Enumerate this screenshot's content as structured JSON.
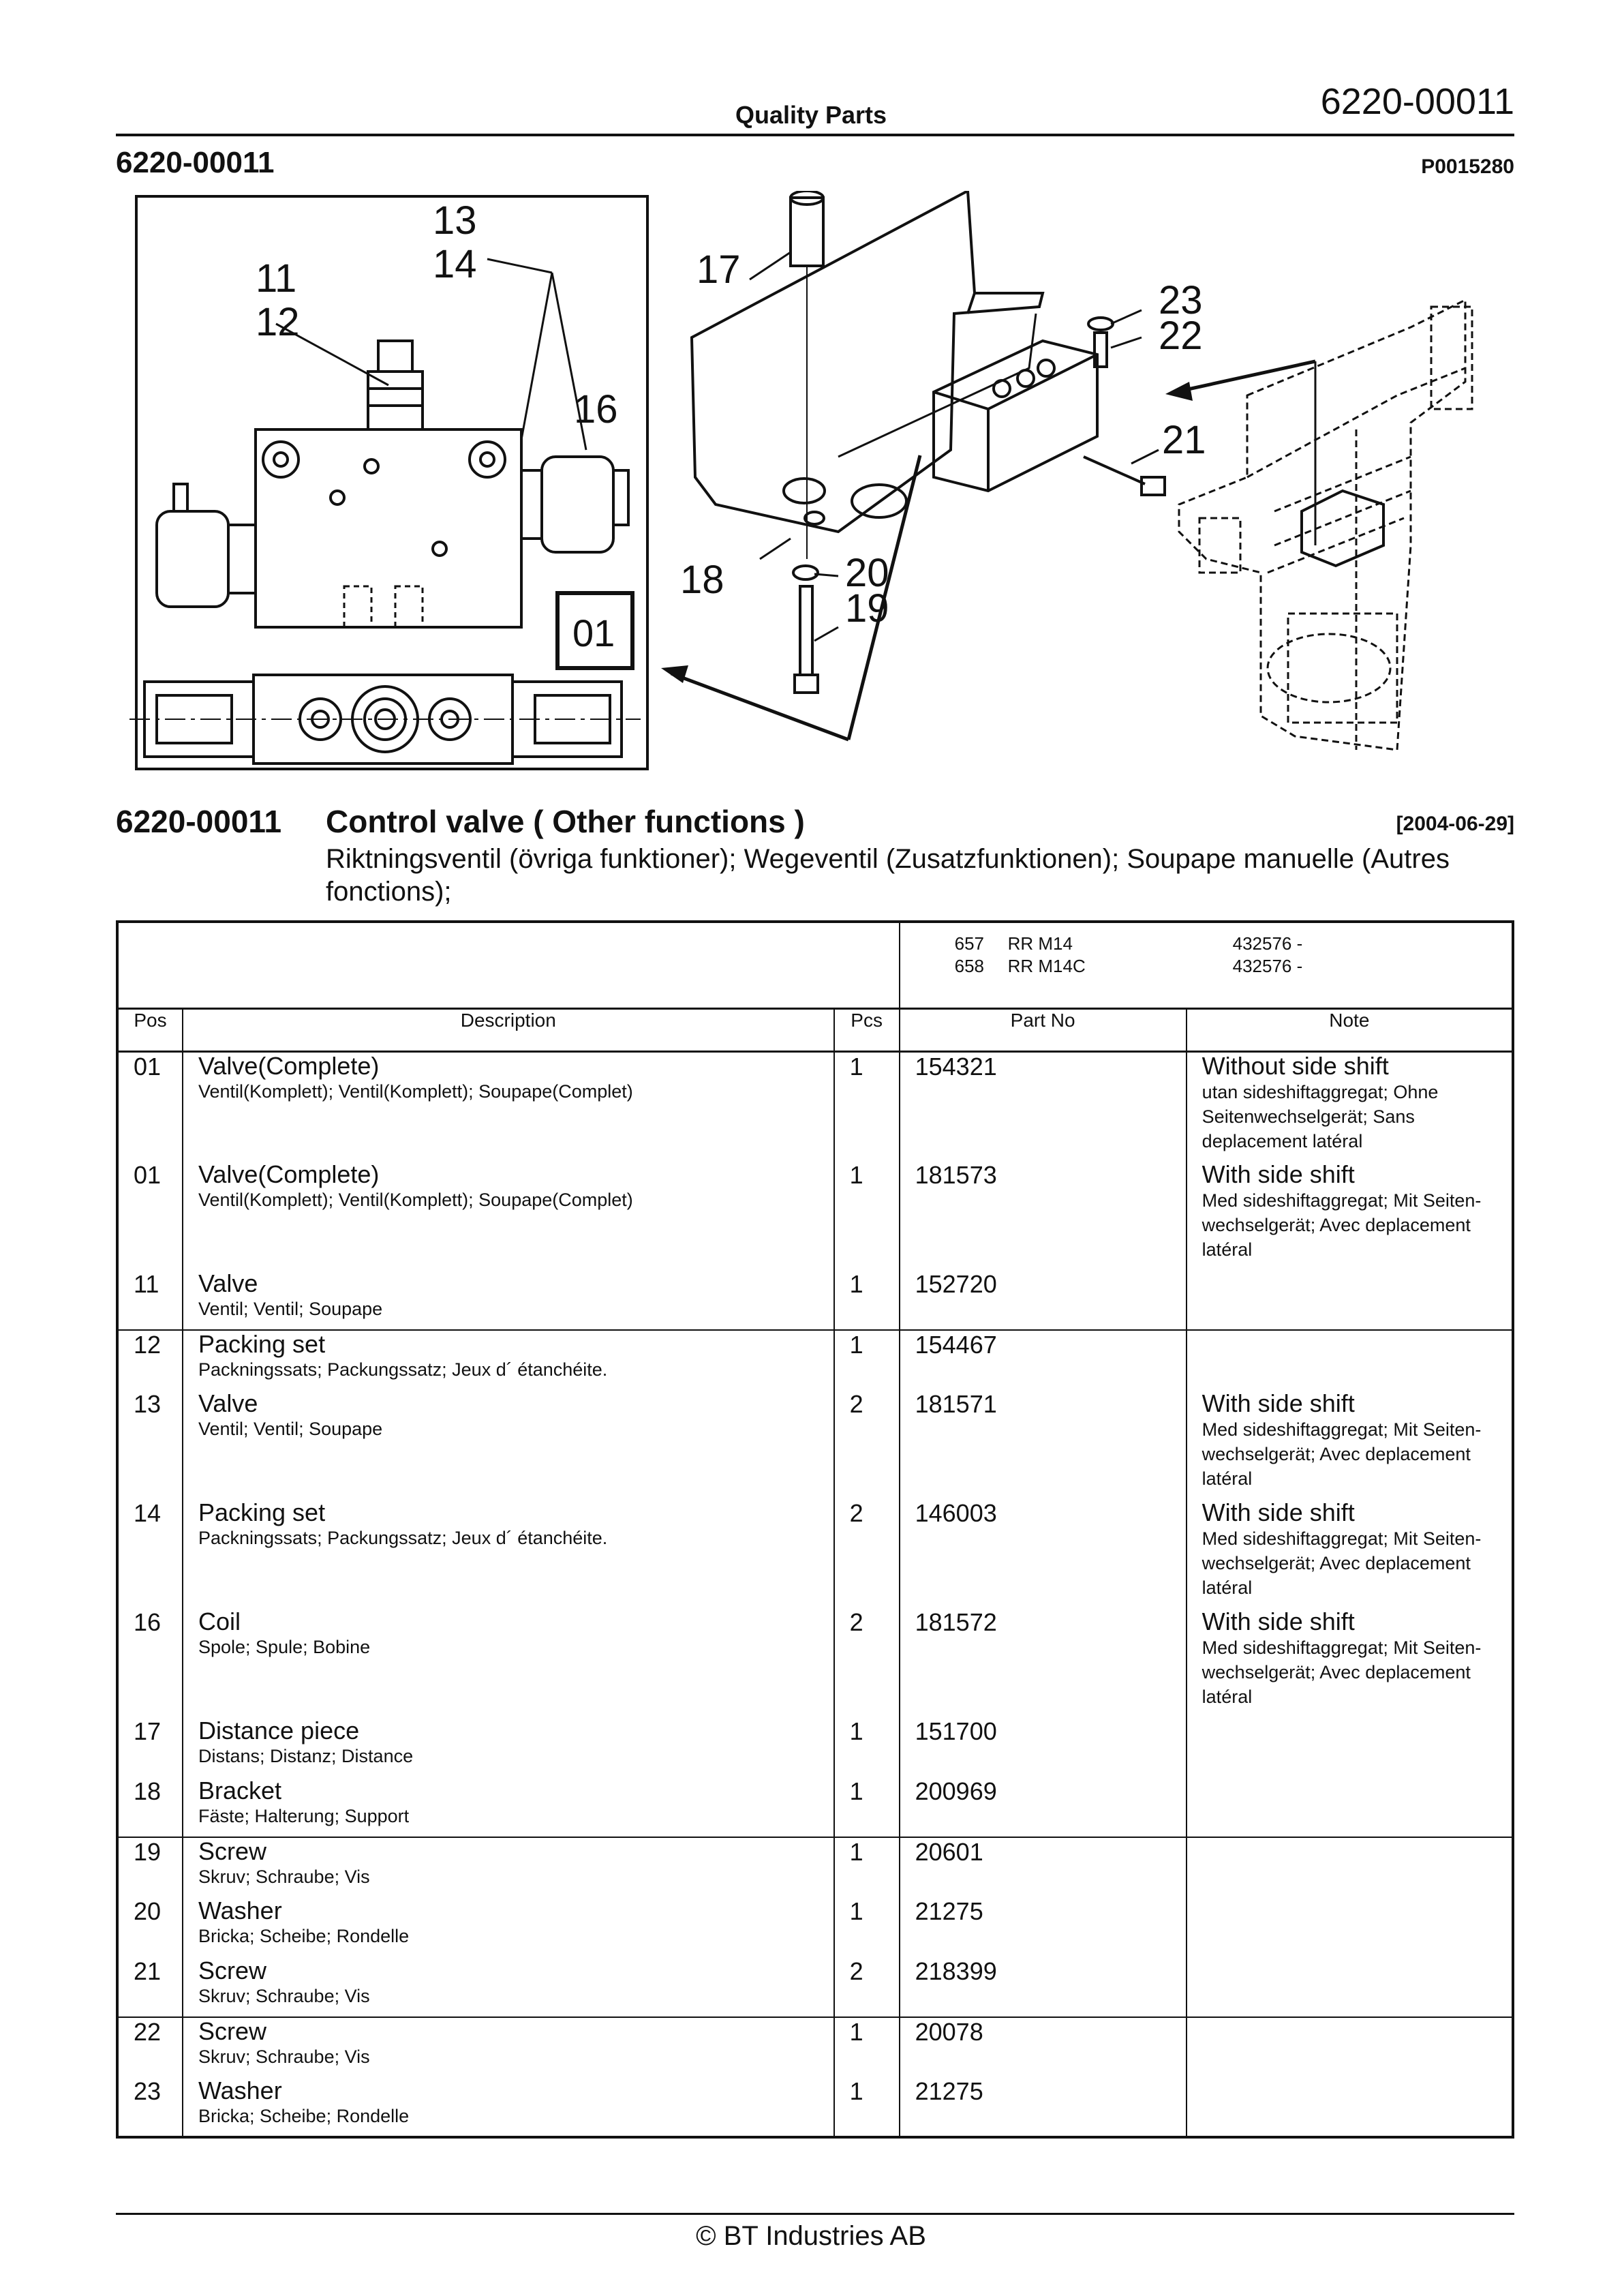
{
  "header": {
    "center_title": "Quality Parts",
    "doc_number": "6220-00011"
  },
  "section": {
    "id": "6220-00011",
    "picture_id": "P0015280"
  },
  "illustration": {
    "callouts": [
      "13",
      "14",
      "11",
      "12",
      "16",
      "01",
      "17",
      "23",
      "22",
      "21",
      "20",
      "18",
      "19"
    ]
  },
  "title": {
    "id": "6220-00011",
    "name": "Control valve ( Other functions )",
    "date": "[2004-06-29]",
    "subtitle": "Riktningsventil (övriga funktioner); Wegeventil (Zusatzfunktionen); Soupape manuelle (Autres fonctions);"
  },
  "models": [
    {
      "code": "657",
      "name": "RR M14",
      "serial": "432576 -"
    },
    {
      "code": "658",
      "name": "RR M14C",
      "serial": "432576 -"
    }
  ],
  "columns": {
    "pos": "Pos",
    "description": "Description",
    "pcs": "Pcs",
    "part_no": "Part No",
    "note": "Note"
  },
  "items": [
    {
      "pos": "01",
      "desc": "Valve(Complete)",
      "desc_sub": "Ventil(Komplett); Ventil(Komplett); Soupape(Complet)",
      "pcs": "1",
      "part": "154321",
      "note": "Without side shift",
      "note_sub": "utan sideshiftaggregat; Ohne Seitenwechselgerät; Sans deplacement latéral"
    },
    {
      "pos": "01",
      "desc": "Valve(Complete)",
      "desc_sub": "Ventil(Komplett); Ventil(Komplett); Soupape(Complet)",
      "pcs": "1",
      "part": "181573",
      "note": "With side shift",
      "note_sub": "Med sideshiftaggregat; Mit Seiten-wechselgerät; Avec deplacement latéral"
    },
    {
      "pos": "11",
      "desc": "Valve",
      "desc_sub": "Ventil; Ventil; Soupape",
      "pcs": "1",
      "part": "152720",
      "note": "",
      "note_sub": ""
    },
    {
      "pos": "12",
      "desc": "Packing set",
      "desc_sub": "Packningssats; Packungssatz; Jeux d´ étanchéite.",
      "pcs": "1",
      "part": "154467",
      "note": "",
      "note_sub": ""
    },
    {
      "pos": "13",
      "desc": "Valve",
      "desc_sub": "Ventil; Ventil; Soupape",
      "pcs": "2",
      "part": "181571",
      "note": "With side shift",
      "note_sub": "Med sideshiftaggregat; Mit Seiten-wechselgerät; Avec deplacement latéral"
    },
    {
      "pos": "14",
      "desc": "Packing set",
      "desc_sub": "Packningssats; Packungssatz; Jeux d´ étanchéite.",
      "pcs": "2",
      "part": "146003",
      "note": "With side shift",
      "note_sub": "Med sideshiftaggregat; Mit Seiten-wechselgerät; Avec deplacement latéral"
    },
    {
      "pos": "16",
      "desc": "Coil",
      "desc_sub": "Spole; Spule; Bobine",
      "pcs": "2",
      "part": "181572",
      "note": "With side shift",
      "note_sub": "Med sideshiftaggregat; Mit Seiten-wechselgerät; Avec deplacement latéral"
    },
    {
      "pos": "17",
      "desc": "Distance piece",
      "desc_sub": "Distans; Distanz; Distance",
      "pcs": "1",
      "part": "151700",
      "note": "",
      "note_sub": ""
    },
    {
      "pos": "18",
      "desc": "Bracket",
      "desc_sub": "Fäste; Halterung; Support",
      "pcs": "1",
      "part": "200969",
      "note": "",
      "note_sub": ""
    },
    {
      "pos": "19",
      "desc": "Screw",
      "desc_sub": "Skruv; Schraube; Vis",
      "pcs": "1",
      "part": "20601",
      "note": "",
      "note_sub": ""
    },
    {
      "pos": "20",
      "desc": "Washer",
      "desc_sub": "Bricka; Scheibe; Rondelle",
      "pcs": "1",
      "part": "21275",
      "note": "",
      "note_sub": ""
    },
    {
      "pos": "21",
      "desc": "Screw",
      "desc_sub": "Skruv; Schraube; Vis",
      "pcs": "2",
      "part": "218399",
      "note": "",
      "note_sub": ""
    },
    {
      "pos": "22",
      "desc": "Screw",
      "desc_sub": "Skruv; Schraube; Vis",
      "pcs": "1",
      "part": "20078",
      "note": "",
      "note_sub": ""
    },
    {
      "pos": "23",
      "desc": "Washer",
      "desc_sub": "Bricka; Scheibe; Rondelle",
      "pcs": "1",
      "part": "21275",
      "note": "",
      "note_sub": ""
    }
  ],
  "footer": "© BT Industries AB"
}
